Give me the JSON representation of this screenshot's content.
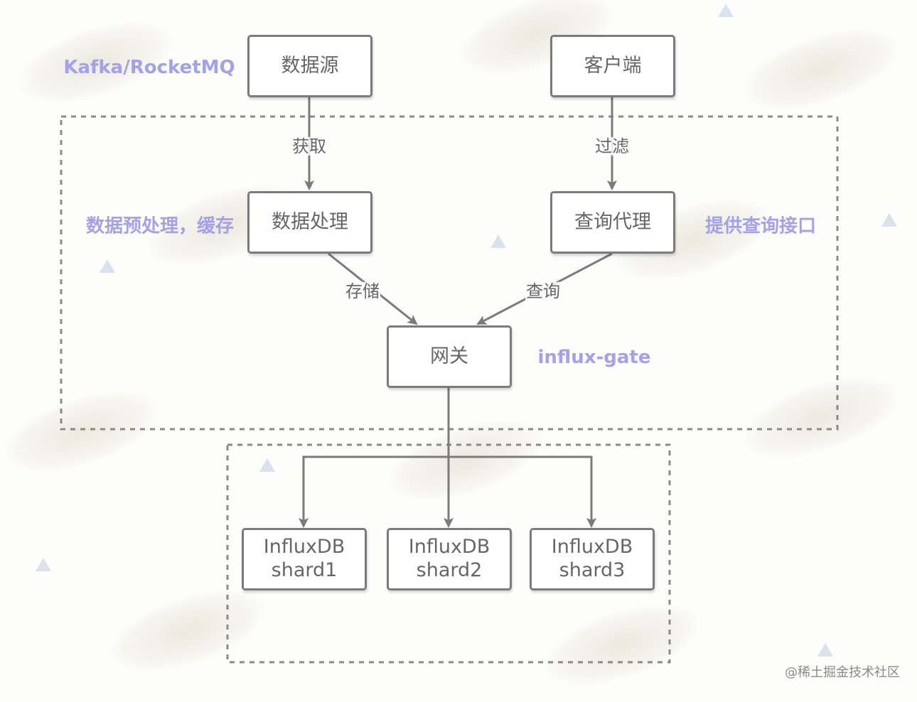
{
  "nodes": {
    "data_source": "数据源",
    "client": "客户端",
    "data_processing": "数据处理",
    "query_proxy": "查询代理",
    "gateway": "网关",
    "shards": [
      {
        "line1": "InfluxDB",
        "line2": "shard1"
      },
      {
        "line1": "InfluxDB",
        "line2": "shard2"
      },
      {
        "line1": "InfluxDB",
        "line2": "shard3"
      }
    ]
  },
  "edges": {
    "fetch": "获取",
    "filter": "过滤",
    "store": "存储",
    "query": "查询"
  },
  "annotations": {
    "mq": "Kafka/RocketMQ",
    "preprocess": "数据预处理，缓存",
    "query_api": "提供查询接口",
    "gate": "influx-gate"
  },
  "colors": {
    "box_border": "#7b7b7b",
    "edge": "#7b7b7b",
    "annotation": "#a3a1ea",
    "text": "#666666"
  },
  "credit": "@稀土掘金技术社区"
}
